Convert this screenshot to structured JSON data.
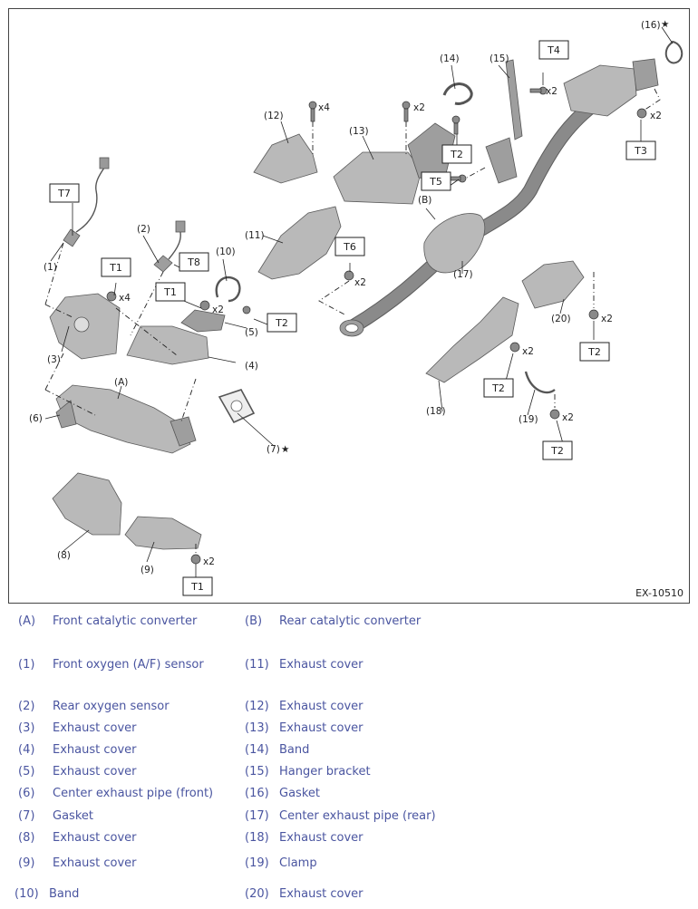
{
  "figure_code": "EX-10510",
  "diagram": {
    "callouts": {
      "c1": "(1)",
      "c2": "(2)",
      "c3": "(3)",
      "c4": "(4)",
      "c5": "(5)",
      "c6": "(6)",
      "c7": "(7)",
      "c8": "(8)",
      "c9": "(9)",
      "c10": "(10)",
      "c11": "(11)",
      "c12": "(12)",
      "c13": "(13)",
      "c14": "(14)",
      "c15": "(15)",
      "c16": "(16)",
      "c17": "(17)",
      "c18": "(18)",
      "c19": "(19)",
      "c20": "(20)",
      "cA": "(A)",
      "cB": "(B)"
    },
    "star": "★",
    "torque_labels": {
      "T1": "T1",
      "T2": "T2",
      "T3": "T3",
      "T4": "T4",
      "T5": "T5",
      "T6": "T6",
      "T7": "T7",
      "T8": "T8"
    },
    "quantities": {
      "x2": "x2",
      "x4": "x4"
    }
  },
  "legend": {
    "left": [
      {
        "key": "(A)",
        "text": "Front catalytic converter"
      },
      {
        "key": "(1)",
        "text": "Front oxygen (A/F) sensor"
      },
      {
        "key": "(2)",
        "text": "Rear oxygen sensor"
      },
      {
        "key": "(3)",
        "text": "Exhaust cover"
      },
      {
        "key": "(4)",
        "text": "Exhaust cover"
      },
      {
        "key": "(5)",
        "text": "Exhaust cover"
      },
      {
        "key": "(6)",
        "text": "Center exhaust pipe (front)"
      },
      {
        "key": "(7)",
        "text": "Gasket"
      },
      {
        "key": "(8)",
        "text": "Exhaust cover"
      },
      {
        "key": "(9)",
        "text": "Exhaust cover"
      },
      {
        "key": "(10)",
        "text": "Band"
      }
    ],
    "right": [
      {
        "key": "(B)",
        "text": "Rear catalytic converter"
      },
      {
        "key": "(11)",
        "text": "Exhaust cover"
      },
      {
        "key": "(12)",
        "text": "Exhaust cover"
      },
      {
        "key": "(13)",
        "text": "Exhaust cover"
      },
      {
        "key": "(14)",
        "text": "Band"
      },
      {
        "key": "(15)",
        "text": "Hanger bracket"
      },
      {
        "key": "(16)",
        "text": "Gasket"
      },
      {
        "key": "(17)",
        "text": "Center exhaust pipe (rear)"
      },
      {
        "key": "(18)",
        "text": "Exhaust cover"
      },
      {
        "key": "(19)",
        "text": "Clamp"
      },
      {
        "key": "(20)",
        "text": "Exhaust cover"
      }
    ]
  }
}
